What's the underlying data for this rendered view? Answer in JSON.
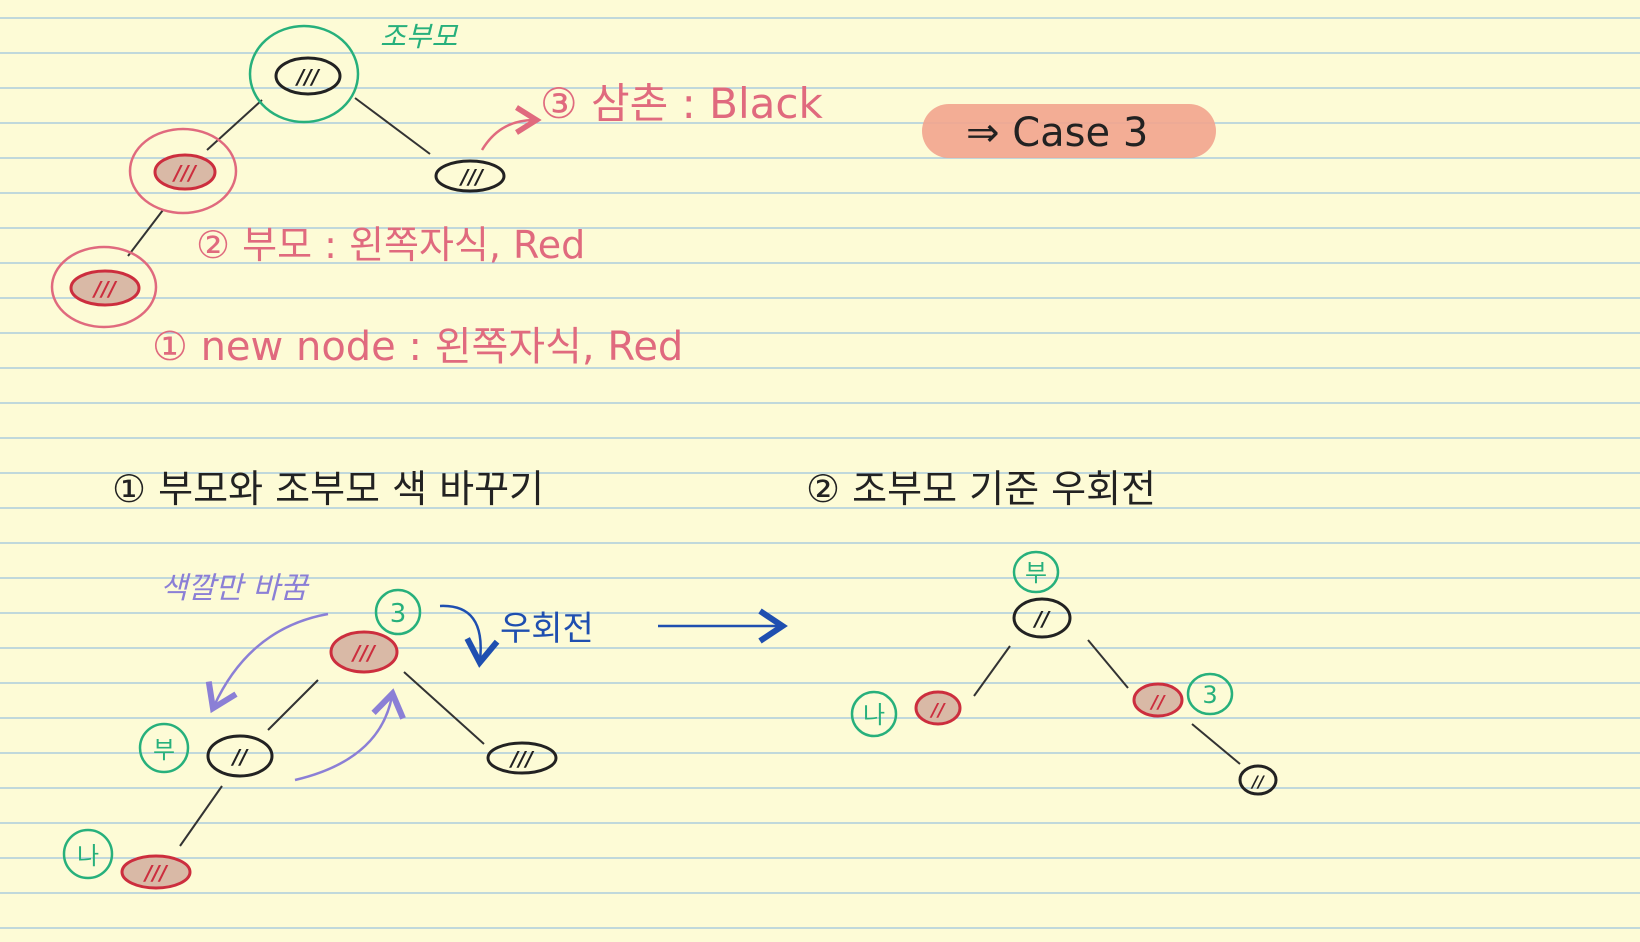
{
  "colors": {
    "paper": "#fdfbd6",
    "rule_line": "#9cc3de",
    "black_ink": "#222222",
    "red_node": "#cc2e3e",
    "pink_text": "#e06a7e",
    "green": "#27b07c",
    "blue": "#1f4fb0",
    "violet": "#8b7fd6",
    "highlight": "#f2a48e"
  },
  "top": {
    "grandparent_label": "조부모",
    "uncle_label": "③ 삼촌 : Black",
    "parent_label": "② 부모 : 왼쪽자식, Red",
    "new_node_label": "① new node : 왼쪽자식, Red",
    "case_label": "⇒ Case 3",
    "nodes": {
      "grandparent": "///",
      "parent": "///",
      "new_node": "///",
      "uncle": "///"
    }
  },
  "steps": {
    "step1": "① 부모와 조부모 색 바꾸기",
    "step2": "② 조부모 기준 우회전"
  },
  "left_tree": {
    "swap_note": "색깔만 바꿈",
    "rotate_note": "우회전",
    "node_labels": {
      "grandparent": "3",
      "parent": "부",
      "new_node": "나"
    },
    "node_marks": {
      "grandparent": "///",
      "parent": "//",
      "new_node": "///",
      "uncle": "///"
    }
  },
  "right_tree": {
    "node_labels": {
      "root": "부",
      "left": "나",
      "right": "3"
    },
    "node_marks": {
      "root": "//",
      "left": "//",
      "right": "//",
      "right_child": "//"
    }
  }
}
